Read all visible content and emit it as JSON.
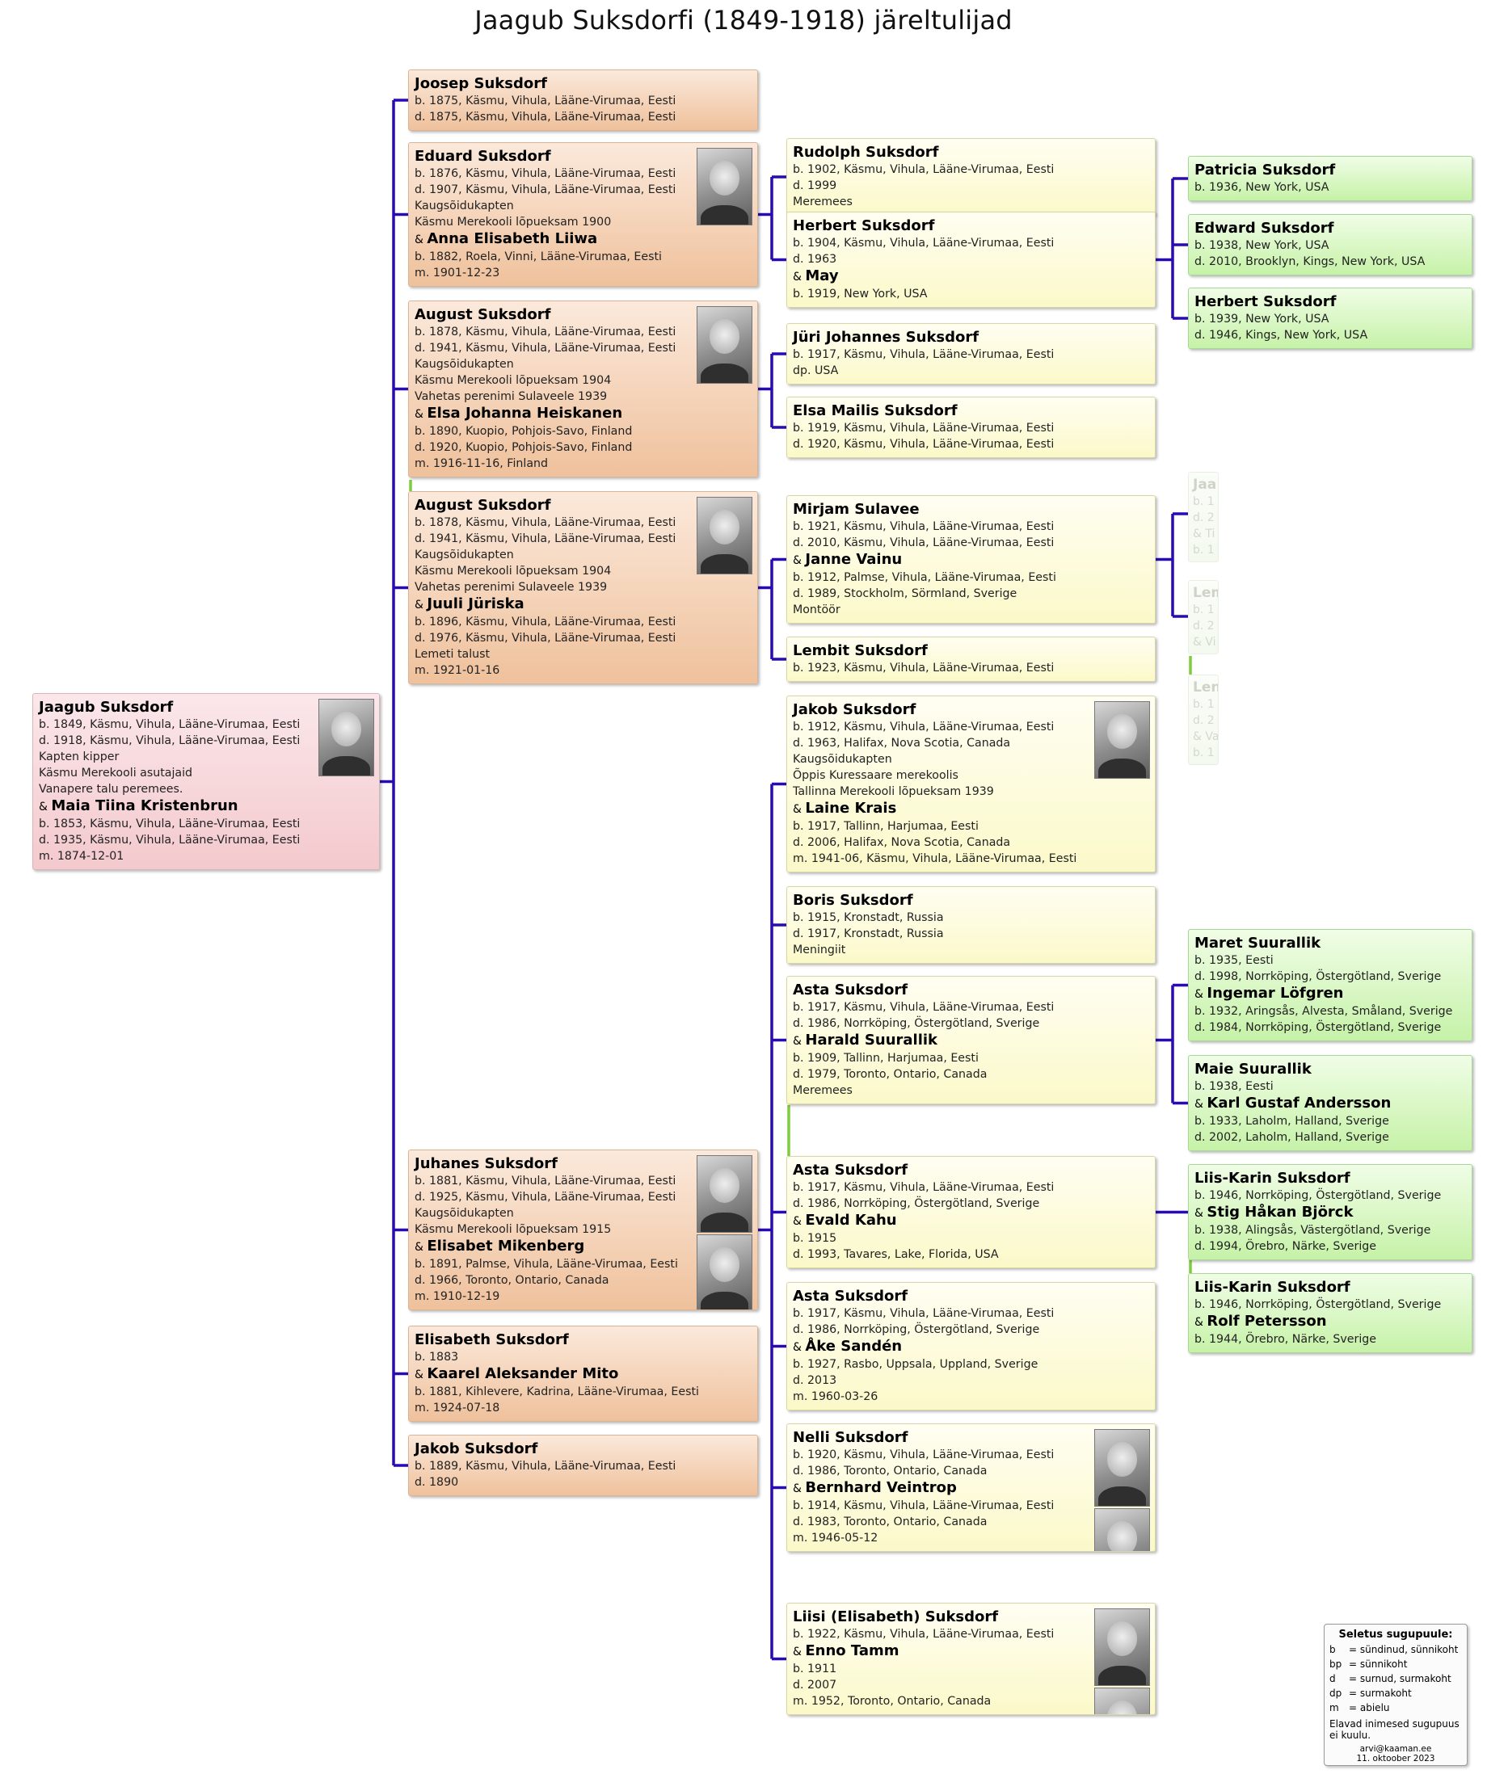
{
  "title": "Jaagub Suksdorfi (1849-1918) järeltulijad",
  "people": [
    {
      "id": "p0",
      "gen": 0,
      "name": "Jaagub Suksdorf",
      "lines": [
        "b. 1849, Käsmu, Vihula, Lääne-Virumaa, Eesti",
        "d. 1918, Käsmu, Vihula, Lääne-Virumaa, Eesti",
        "Kapten kipper",
        "Käsmu Merekooli asutajaid",
        "Vanapere talu peremees."
      ],
      "spouse": {
        "name": "Maia Tiina Kristenbrun",
        "lines": [
          "b. 1853, Käsmu, Vihula, Lääne-Virumaa, Eesti",
          "d. 1935, Käsmu, Vihula, Lääne-Virumaa, Eesti",
          "m. 1874-12-01"
        ]
      },
      "photos": 1
    },
    {
      "id": "a1",
      "gen": 1,
      "name": "Joosep Suksdorf",
      "lines": [
        "b. 1875, Käsmu, Vihula, Lääne-Virumaa, Eesti",
        "d. 1875, Käsmu, Vihula, Lääne-Virumaa, Eesti"
      ],
      "photos": 0
    },
    {
      "id": "a2",
      "gen": 1,
      "name": "Eduard Suksdorf",
      "lines": [
        "b. 1876, Käsmu, Vihula, Lääne-Virumaa, Eesti",
        "d. 1907, Käsmu, Vihula, Lääne-Virumaa, Eesti",
        "Kaugsõidukapten",
        "Käsmu Merekooli lõpueksam 1900"
      ],
      "spouse": {
        "name": "Anna Elisabeth Liiwa",
        "lines": [
          "b. 1882, Roela, Vinni, Lääne-Virumaa, Eesti",
          "m. 1901-12-23"
        ]
      },
      "photos": 1
    },
    {
      "id": "a3",
      "gen": 1,
      "name": "August Suksdorf",
      "lines": [
        "b. 1878, Käsmu, Vihula, Lääne-Virumaa, Eesti",
        "d. 1941, Käsmu, Vihula, Lääne-Virumaa, Eesti",
        "Kaugsõidukapten",
        "Käsmu Merekooli lõpueksam 1904",
        "Vahetas perenimi Sulaveele 1939"
      ],
      "spouse": {
        "name": "Elsa Johanna Heiskanen",
        "lines": [
          "b. 1890, Kuopio, Pohjois-Savo, Finland",
          "d. 1920, Kuopio, Pohjois-Savo, Finland",
          "m. 1916-11-16, Finland"
        ]
      },
      "photos": 1
    },
    {
      "id": "a4",
      "gen": 1,
      "name": "August Suksdorf",
      "lines": [
        "b. 1878, Käsmu, Vihula, Lääne-Virumaa, Eesti",
        "d. 1941, Käsmu, Vihula, Lääne-Virumaa, Eesti",
        "Kaugsõidukapten",
        "Käsmu Merekooli lõpueksam 1904",
        "Vahetas perenimi Sulaveele 1939"
      ],
      "spouse": {
        "name": "Juuli Jüriska",
        "lines": [
          "b. 1896, Käsmu, Vihula, Lääne-Virumaa, Eesti",
          "d. 1976, Käsmu, Vihula, Lääne-Virumaa, Eesti",
          "Lemeti talust",
          "m. 1921-01-16"
        ]
      },
      "photos": 1
    },
    {
      "id": "a5",
      "gen": 1,
      "name": "Juhanes Suksdorf",
      "lines": [
        "b. 1881, Käsmu, Vihula, Lääne-Virumaa, Eesti",
        "d. 1925, Käsmu, Vihula, Lääne-Virumaa, Eesti",
        "Kaugsõidukapten",
        "Käsmu Merekooli lõpueksam 1915"
      ],
      "spouse": {
        "name": "Elisabet Mikenberg",
        "lines": [
          "b. 1891, Palmse, Vihula, Lääne-Virumaa, Eesti",
          "d. 1966, Toronto, Ontario, Canada",
          "m. 1910-12-19"
        ]
      },
      "photos": 2
    },
    {
      "id": "a6",
      "gen": 1,
      "name": "Elisabeth Suksdorf",
      "lines": [
        "b. 1883"
      ],
      "spouse": {
        "name": "Kaarel Aleksander Mito",
        "lines": [
          "b. 1881, Kihlevere, Kadrina, Lääne-Virumaa, Eesti",
          "m. 1924-07-18"
        ]
      },
      "photos": 0
    },
    {
      "id": "a7",
      "gen": 1,
      "name": "Jakob Suksdorf",
      "lines": [
        "b. 1889, Käsmu, Vihula, Lääne-Virumaa, Eesti",
        "d. 1890"
      ],
      "photos": 0
    },
    {
      "id": "b1",
      "gen": 2,
      "name": "Rudolph Suksdorf",
      "lines": [
        "b. 1902, Käsmu, Vihula, Lääne-Virumaa, Eesti",
        "d. 1999",
        "Meremees"
      ],
      "photos": 0
    },
    {
      "id": "b2",
      "gen": 2,
      "name": "Herbert Suksdorf",
      "lines": [
        "b. 1904, Käsmu, Vihula, Lääne-Virumaa, Eesti",
        "d. 1963"
      ],
      "spouse": {
        "name": "May",
        "lines": [
          "b. 1919, New York, USA"
        ]
      },
      "photos": 0
    },
    {
      "id": "b3",
      "gen": 2,
      "name": "Jüri Johannes Suksdorf",
      "lines": [
        "b. 1917, Käsmu, Vihula, Lääne-Virumaa, Eesti",
        "dp. USA"
      ],
      "photos": 0
    },
    {
      "id": "b4",
      "gen": 2,
      "name": "Elsa Mailis Suksdorf",
      "lines": [
        "b. 1919, Käsmu, Vihula, Lääne-Virumaa, Eesti",
        "d. 1920, Käsmu, Vihula, Lääne-Virumaa, Eesti"
      ],
      "photos": 0
    },
    {
      "id": "b5",
      "gen": 2,
      "name": "Mirjam Sulavee",
      "lines": [
        "b. 1921, Käsmu, Vihula, Lääne-Virumaa, Eesti",
        "d. 2010, Käsmu, Vihula, Lääne-Virumaa, Eesti"
      ],
      "spouse": {
        "name": "Janne Vainu",
        "lines": [
          "b. 1912, Palmse, Vihula, Lääne-Virumaa, Eesti",
          "d. 1989, Stockholm, Sörmland, Sverige",
          "Montöör"
        ]
      },
      "photos": 0
    },
    {
      "id": "b6",
      "gen": 2,
      "name": "Lembit Suksdorf",
      "lines": [
        "b. 1923, Käsmu, Vihula, Lääne-Virumaa, Eesti"
      ],
      "photos": 0
    },
    {
      "id": "b7",
      "gen": 2,
      "name": "Jakob Suksdorf",
      "lines": [
        "b. 1912, Käsmu, Vihula, Lääne-Virumaa, Eesti",
        "d. 1963, Halifax, Nova Scotia, Canada",
        "Kaugsõidukapten",
        "Õppis Kuressaare merekoolis",
        "Tallinna Merekooli lõpueksam 1939"
      ],
      "spouse": {
        "name": "Laine Krais",
        "lines": [
          "b. 1917, Tallinn, Harjumaa, Eesti",
          "d. 2006, Halifax, Nova Scotia, Canada",
          "m. 1941-06, Käsmu, Vihula, Lääne-Virumaa, Eesti"
        ]
      },
      "photos": 1
    },
    {
      "id": "b8",
      "gen": 2,
      "name": "Boris Suksdorf",
      "lines": [
        "b. 1915, Kronstadt, Russia",
        "d. 1917, Kronstadt, Russia",
        "Meningiit"
      ],
      "photos": 0
    },
    {
      "id": "b9",
      "gen": 2,
      "name": "Asta Suksdorf",
      "lines": [
        "b. 1917, Käsmu, Vihula, Lääne-Virumaa, Eesti",
        "d. 1986, Norrköping, Östergötland, Sverige"
      ],
      "spouse": {
        "name": "Harald Suurallik",
        "lines": [
          "b. 1909, Tallinn, Harjumaa, Eesti",
          "d. 1979, Toronto, Ontario, Canada",
          "Meremees"
        ]
      },
      "photos": 0
    },
    {
      "id": "b10",
      "gen": 2,
      "name": "Asta Suksdorf",
      "lines": [
        "b. 1917, Käsmu, Vihula, Lääne-Virumaa, Eesti",
        "d. 1986, Norrköping, Östergötland, Sverige"
      ],
      "spouse": {
        "name": "Evald Kahu",
        "lines": [
          "b. 1915",
          "d. 1993, Tavares, Lake, Florida, USA"
        ]
      },
      "photos": 0
    },
    {
      "id": "b11",
      "gen": 2,
      "name": "Asta Suksdorf",
      "lines": [
        "b. 1917, Käsmu, Vihula, Lääne-Virumaa, Eesti",
        "d. 1986, Norrköping, Östergötland, Sverige"
      ],
      "spouse": {
        "name": "Åke Sandén",
        "lines": [
          "b. 1927, Rasbo, Uppsala, Uppland, Sverige",
          "d. 2013",
          "m. 1960-03-26"
        ]
      },
      "photos": 0
    },
    {
      "id": "b12",
      "gen": 2,
      "name": "Nelli Suksdorf",
      "lines": [
        "b. 1920, Käsmu, Vihula, Lääne-Virumaa, Eesti",
        "d. 1986, Toronto, Ontario, Canada"
      ],
      "spouse": {
        "name": "Bernhard Veintrop",
        "lines": [
          "b. 1914, Käsmu, Vihula, Lääne-Virumaa, Eesti",
          "d. 1983, Toronto, Ontario, Canada",
          "m. 1946-05-12"
        ]
      },
      "photos": 2
    },
    {
      "id": "b13",
      "gen": 2,
      "name": "Liisi (Elisabeth) Suksdorf",
      "lines": [
        "b. 1922, Käsmu, Vihula, Lääne-Virumaa, Eesti"
      ],
      "spouse": {
        "name": "Enno Tamm",
        "lines": [
          "b. 1911",
          "d. 2007",
          "m. 1952, Toronto, Ontario, Canada"
        ]
      },
      "photos": 2
    },
    {
      "id": "c1",
      "gen": 3,
      "name": "Patricia Suksdorf",
      "lines": [
        "b. 1936, New York, USA"
      ],
      "photos": 0
    },
    {
      "id": "c2",
      "gen": 3,
      "name": "Edward Suksdorf",
      "lines": [
        "b. 1938, New York, USA",
        "d. 2010, Brooklyn, Kings, New York, USA"
      ],
      "photos": 0
    },
    {
      "id": "c3",
      "gen": 3,
      "name": "Herbert Suksdorf",
      "lines": [
        "b. 1939, New York, USA",
        "d. 1946, Kings, New York, USA"
      ],
      "photos": 0
    },
    {
      "id": "c4",
      "gen": 3,
      "name": "Maret Suurallik",
      "lines": [
        "b. 1935, Eesti",
        "d. 1998, Norrköping, Östergötland, Sverige"
      ],
      "spouse": {
        "name": "Ingemar Löfgren",
        "lines": [
          "b. 1932, Aringsås, Alvesta, Småland, Sverige",
          "d. 1984, Norrköping, Östergötland, Sverige"
        ]
      },
      "photos": 0
    },
    {
      "id": "c5",
      "gen": 3,
      "name": "Maie Suurallik",
      "lines": [
        "b. 1938, Eesti"
      ],
      "spouse": {
        "name": "Karl Gustaf Andersson",
        "lines": [
          "b. 1933, Laholm, Halland, Sverige",
          "d. 2002, Laholm, Halland, Sverige"
        ]
      },
      "photos": 0
    },
    {
      "id": "c6",
      "gen": 3,
      "name": "Liis-Karin Suksdorf",
      "lines": [
        "b. 1946, Norrköping, Östergötland, Sverige"
      ],
      "spouse": {
        "name": "Stig Håkan Björck",
        "lines": [
          "b. 1938, Alingsås, Västergötland, Sverige",
          "d. 1994, Örebro, Närke, Sverige"
        ]
      },
      "photos": 0
    },
    {
      "id": "c7",
      "gen": 3,
      "name": "Liis-Karin Suksdorf",
      "lines": [
        "b. 1946, Norrköping, Östergötland, Sverige"
      ],
      "spouse": {
        "name": "Rolf Petersson",
        "lines": [
          "b. 1944, Örebro, Närke, Sverige"
        ]
      },
      "photos": 0
    }
  ],
  "faded_fragments": [
    {
      "name": "Jaa",
      "lines": [
        "b. 1",
        "d. 2",
        "& Ti",
        "b. 1"
      ]
    },
    {
      "name": "Lem",
      "lines": [
        "b. 1",
        "d. 2",
        "& Vi"
      ]
    },
    {
      "name": "Len",
      "lines": [
        "b. 1",
        "d. 2",
        "& Va",
        "b. 1"
      ]
    }
  ],
  "legend": {
    "title": "Seletus sugupuule:",
    "items": [
      {
        "k": "b",
        "v": "sündinud, sünnikoht"
      },
      {
        "k": "bp",
        "v": "sünnikoht"
      },
      {
        "k": "d",
        "v": "surnud, surmakoht"
      },
      {
        "k": "dp",
        "v": "surmakoht"
      },
      {
        "k": "m",
        "v": "abielu"
      }
    ],
    "note": "Elavad inimesed sugupuus ei kuulu.",
    "email": "arvi@kaaman.ee",
    "date": "11. oktoober 2023"
  },
  "colors": {
    "connector": "#2a0ab4",
    "second_marriage": "#7fcc3c",
    "gen0": "#f3c9cd",
    "gen1": "#efc19c",
    "gen2": "#fbf9c9",
    "gen3": "#c6f2a8"
  }
}
